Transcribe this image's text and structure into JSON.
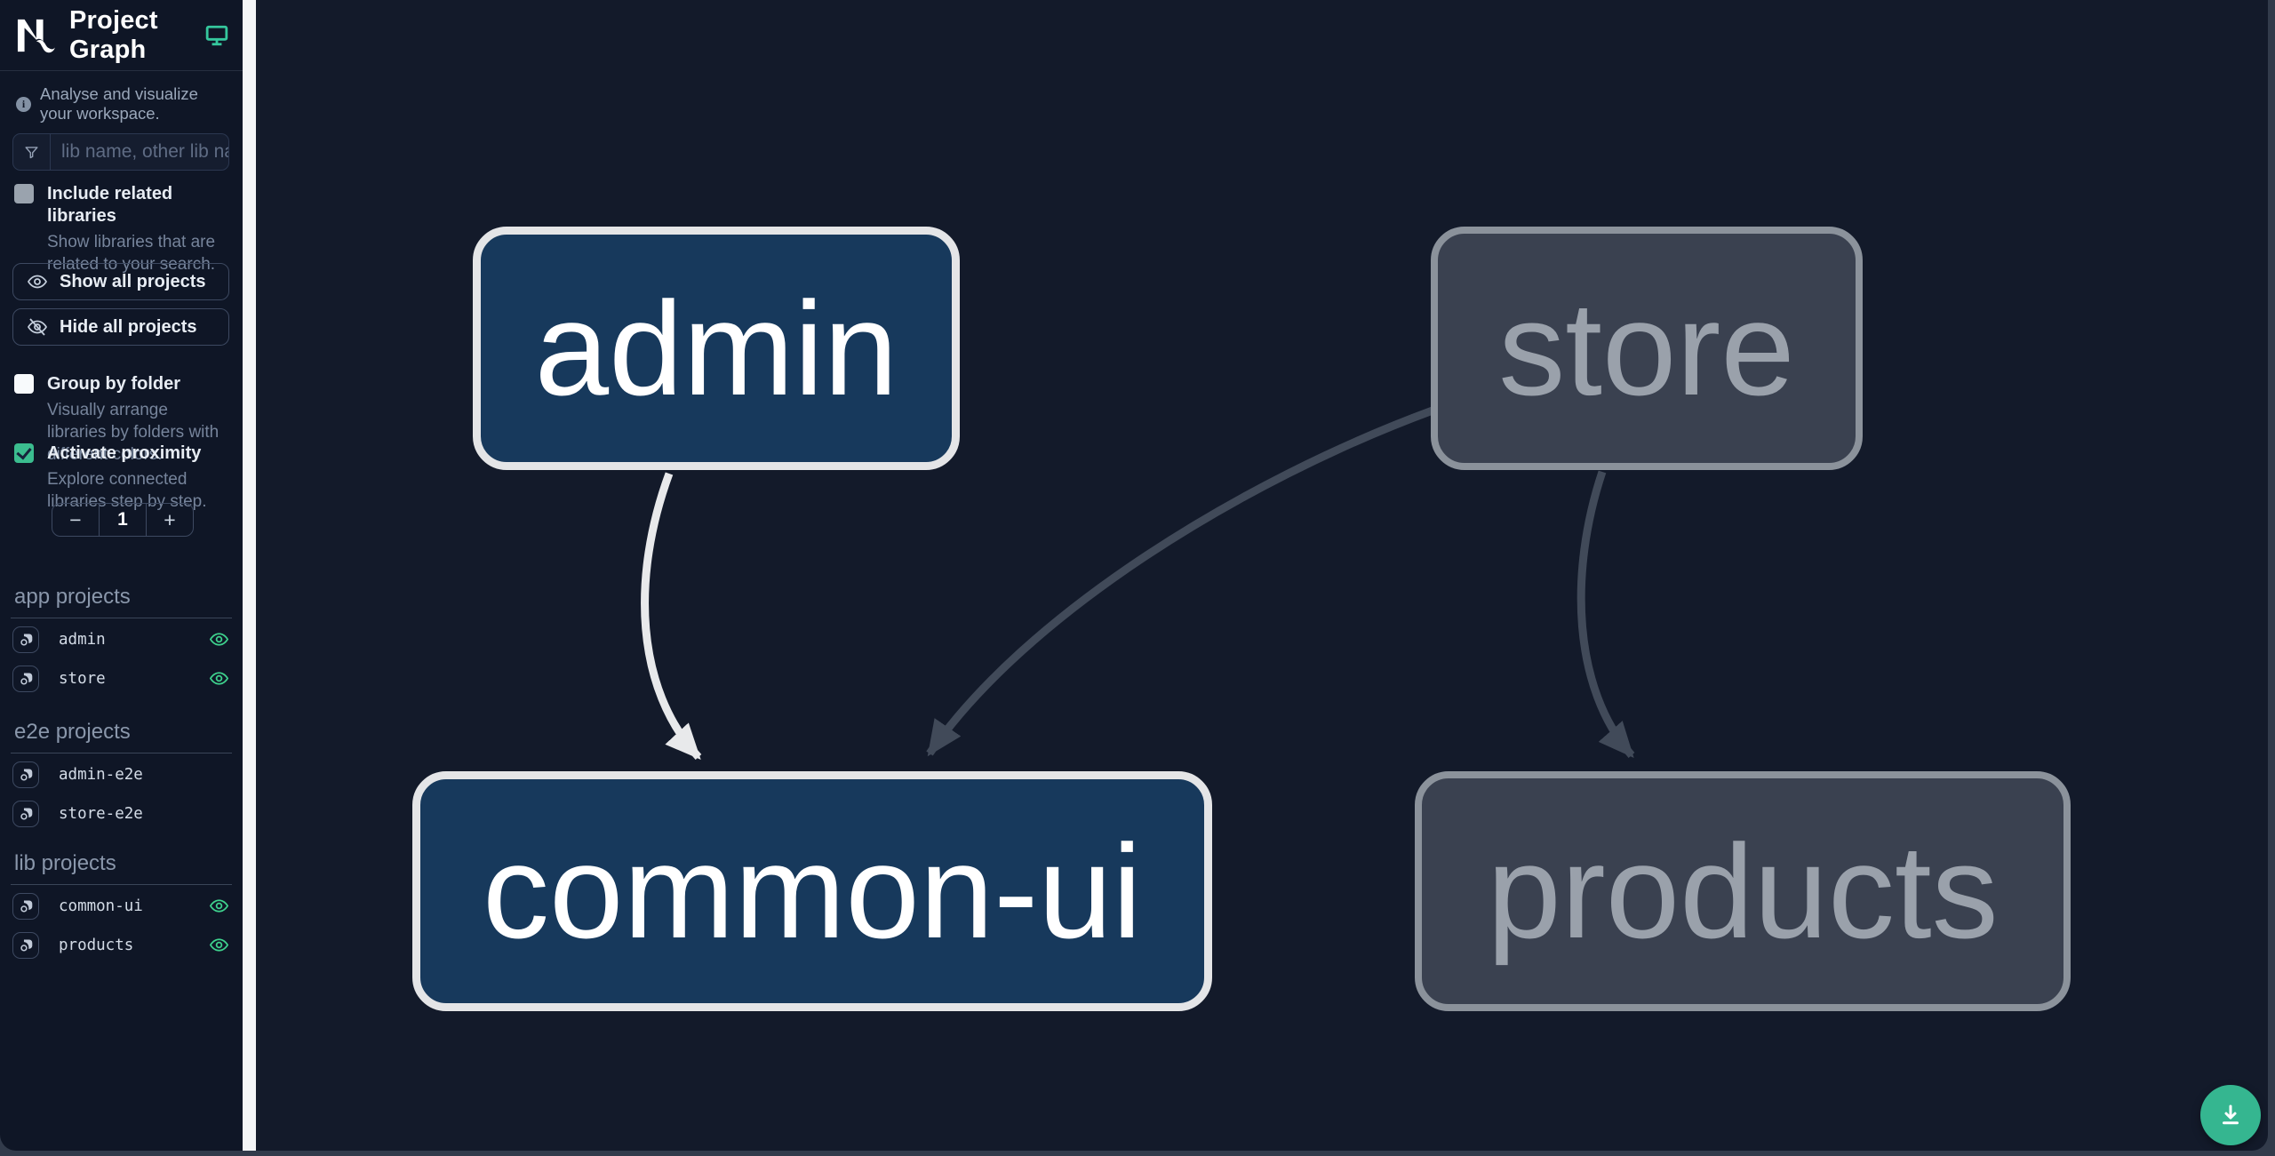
{
  "header": {
    "title": "Project Graph"
  },
  "info_banner": {
    "text": "Analyse and visualize your workspace."
  },
  "search": {
    "placeholder": "lib name, other lib name",
    "value": ""
  },
  "options": {
    "include_related": {
      "label": "Include related libraries",
      "description": "Show libraries that are related to your search.",
      "checked": false
    },
    "show_all_label": "Show all projects",
    "hide_all_label": "Hide all projects",
    "group_by_folder": {
      "label": "Group by folder",
      "description": "Visually arrange libraries by folders with different colors.",
      "checked": false
    },
    "activate_proximity": {
      "label": "Activate proximity",
      "description": "Explore connected libraries step by step.",
      "checked": true
    },
    "proximity_stepper": {
      "minus": "−",
      "value": "1",
      "plus": "+"
    }
  },
  "sections": [
    {
      "heading": "app projects",
      "items": [
        {
          "name": "admin",
          "visible": true
        },
        {
          "name": "store",
          "visible": true
        }
      ]
    },
    {
      "heading": "e2e projects",
      "items": [
        {
          "name": "admin-e2e",
          "visible": false
        },
        {
          "name": "store-e2e",
          "visible": false
        }
      ]
    },
    {
      "heading": "lib projects",
      "items": [
        {
          "name": "common-ui",
          "visible": true
        },
        {
          "name": "products",
          "visible": true
        }
      ]
    }
  ],
  "graph": {
    "nodes": [
      {
        "id": "admin",
        "label": "admin",
        "state": "focused"
      },
      {
        "id": "store",
        "label": "store",
        "state": "faded"
      },
      {
        "id": "common-ui",
        "label": "common-ui",
        "state": "focused"
      },
      {
        "id": "products",
        "label": "products",
        "state": "faded"
      }
    ],
    "edges": [
      {
        "source": "admin",
        "target": "common-ui",
        "state": "highlighted"
      },
      {
        "source": "store",
        "target": "common-ui",
        "state": "faded"
      },
      {
        "source": "store",
        "target": "products",
        "state": "faded"
      }
    ]
  },
  "colors": {
    "accent_green": "#35b690",
    "eye_green": "#3ed18d",
    "checkbox_green": "#3bbd8f",
    "focused_node_fill": "#17395c",
    "focused_node_border": "#e4e5e7",
    "faded_node_fill": "#3a4150",
    "faded_node_border": "#8b929b",
    "highlighted_edge": "#e8e9eb",
    "faded_edge": "#414a59",
    "sidebar_bg": "#0f1626",
    "canvas_bg": "#131a2a"
  }
}
